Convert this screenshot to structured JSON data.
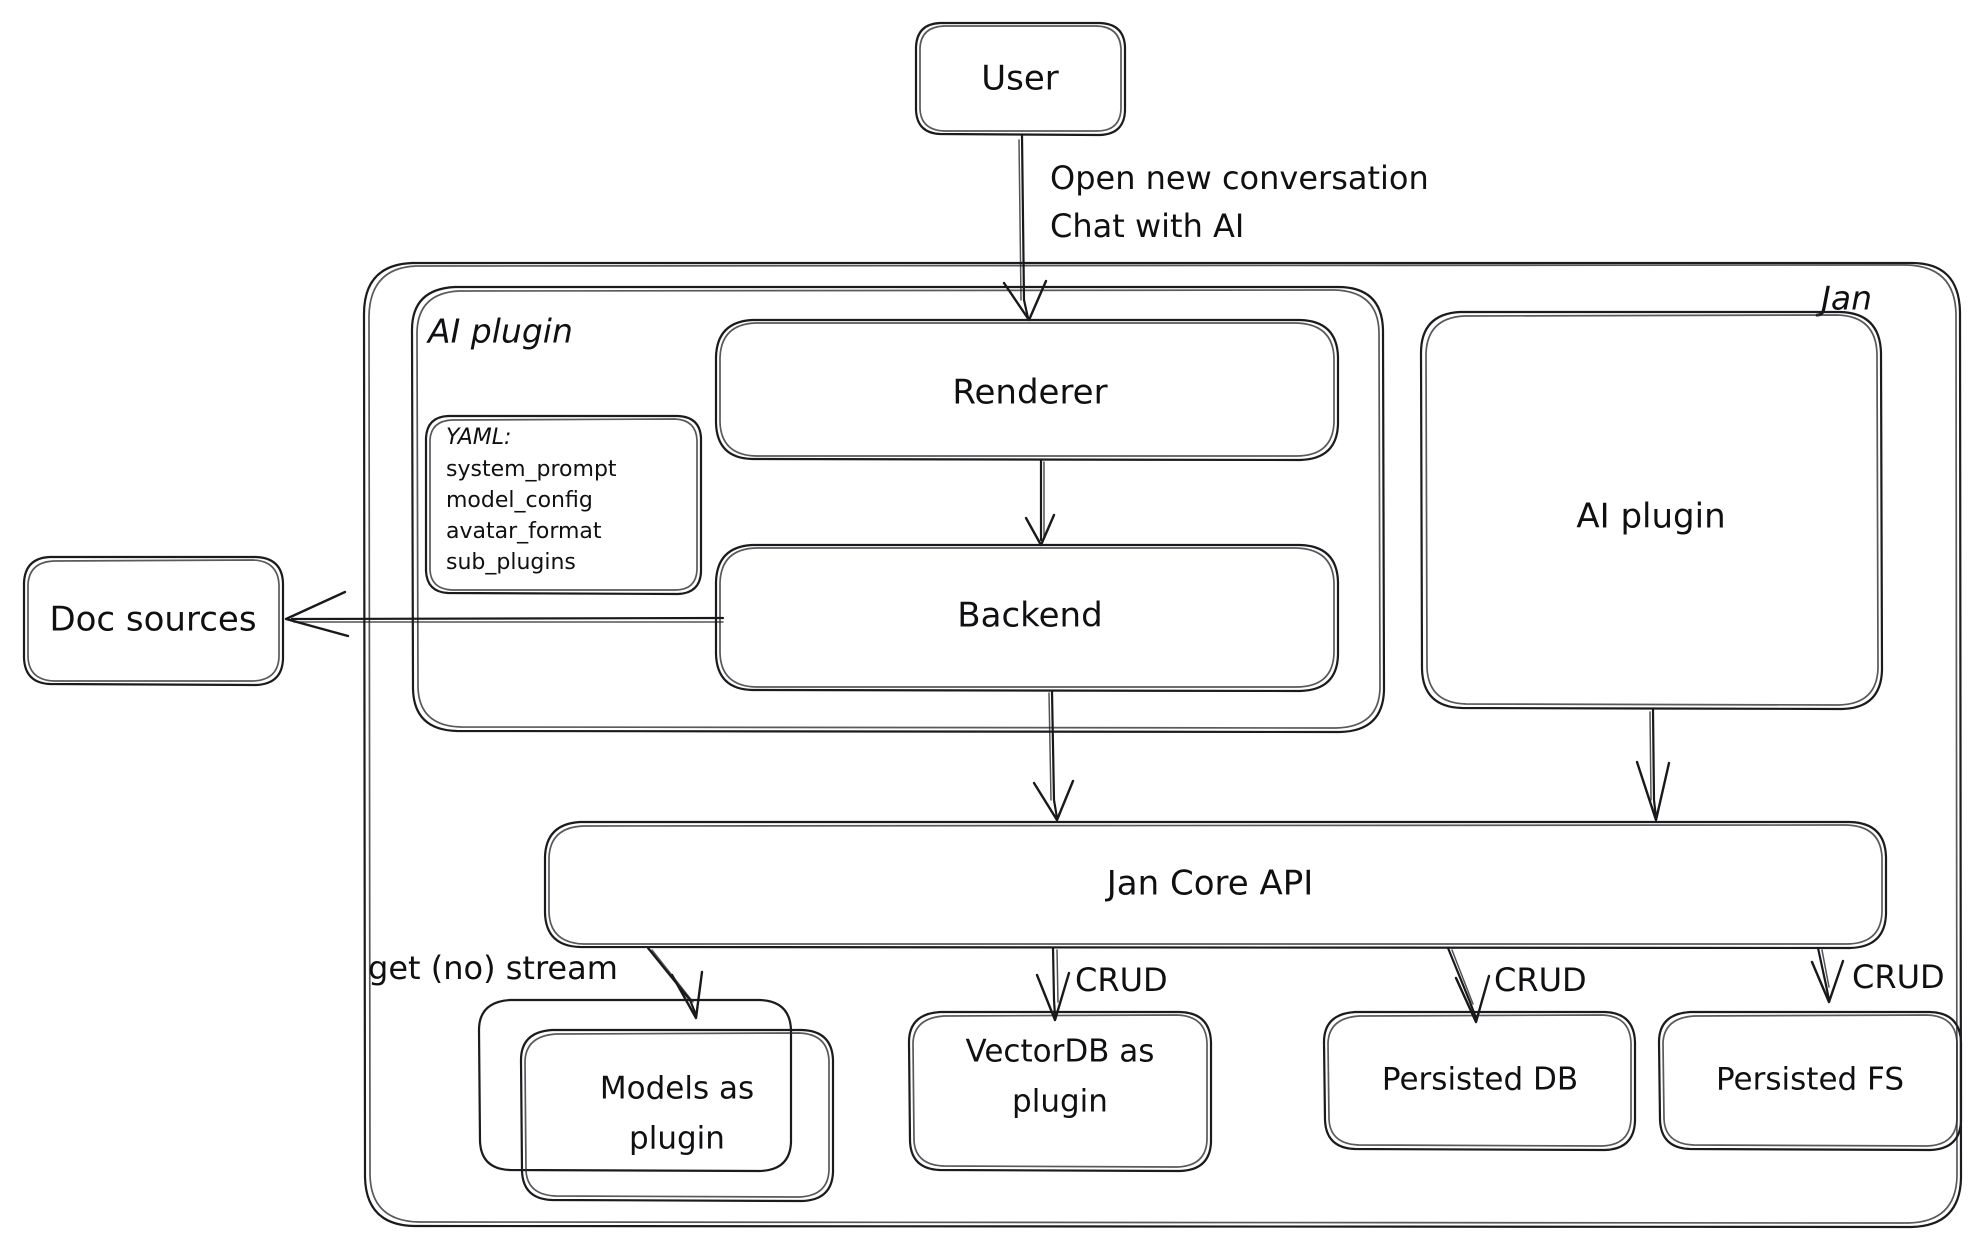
{
  "diagram": {
    "title": "Jan architecture diagram",
    "style": "hand-drawn whiteboard sketch",
    "background_color": "#ffffff",
    "stroke_color": "#1b1b1f",
    "text_color": "#101013",
    "containers": [
      {
        "id": "jan",
        "label": "Jan",
        "label_position": "top-right"
      },
      {
        "id": "ai-plugin-group",
        "label": "AI plugin",
        "label_position": "top-left"
      }
    ],
    "nodes": [
      {
        "id": "user",
        "label": "User"
      },
      {
        "id": "renderer",
        "label": "Renderer"
      },
      {
        "id": "backend",
        "label": "Backend"
      },
      {
        "id": "ai-plugin",
        "label": "AI plugin"
      },
      {
        "id": "jan-core-api",
        "label": "Jan Core API"
      },
      {
        "id": "doc-sources",
        "label": "Doc sources"
      },
      {
        "id": "models-plugin",
        "label_line1": "Models as",
        "label_line2": "plugin"
      },
      {
        "id": "vectordb-plugin",
        "label_line1": "VectorDB as",
        "label_line2": "plugin"
      },
      {
        "id": "persisted-db",
        "label": "Persisted DB"
      },
      {
        "id": "persisted-fs",
        "label": "Persisted FS"
      }
    ],
    "yaml_card": {
      "header": "YAML:",
      "items": [
        "system_prompt",
        "model_config",
        "avatar_format",
        "sub_plugins"
      ]
    },
    "edges": [
      {
        "id": "user-to-renderer",
        "from": "user",
        "to": "renderer",
        "label_line1": "Open new conversation",
        "label_line2": "Chat with AI"
      },
      {
        "id": "renderer-to-backend",
        "from": "renderer",
        "to": "backend",
        "label": ""
      },
      {
        "id": "backend-to-doc-sources",
        "from": "backend",
        "to": "doc-sources",
        "label": ""
      },
      {
        "id": "backend-to-core",
        "from": "backend",
        "to": "jan-core-api",
        "label": ""
      },
      {
        "id": "ai-plugin-to-core",
        "from": "ai-plugin",
        "to": "jan-core-api",
        "label": ""
      },
      {
        "id": "core-to-models",
        "from": "jan-core-api",
        "to": "models-plugin",
        "label": "get (no) stream"
      },
      {
        "id": "core-to-vectordb",
        "from": "jan-core-api",
        "to": "vectordb-plugin",
        "label": "CRUD"
      },
      {
        "id": "core-to-persisted-db",
        "from": "jan-core-api",
        "to": "persisted-db",
        "label": "CRUD"
      },
      {
        "id": "core-to-persisted-fs",
        "from": "jan-core-api",
        "to": "persisted-fs",
        "label": "CRUD"
      }
    ]
  }
}
